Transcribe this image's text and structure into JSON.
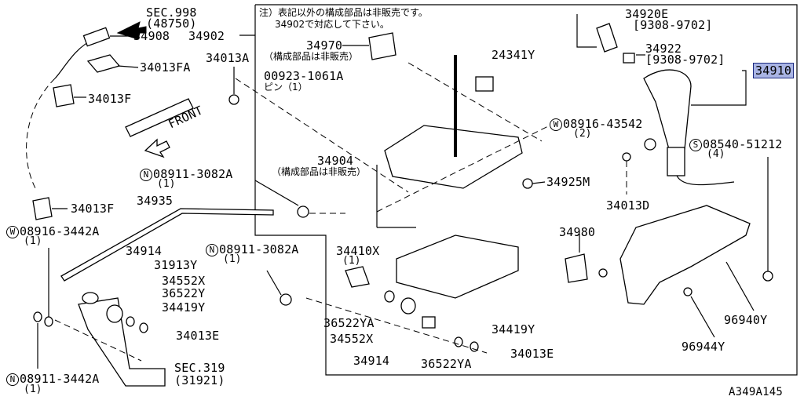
{
  "notes": {
    "jp_line1": "注）表記以外の構成部品は非販売です。",
    "jp_line2": "34902で対応して下さい。",
    "not_sold": "（構成部品は非販売）",
    "not_sold2": "（構成部品は非販売）",
    "pin": "ピン（1）"
  },
  "sec": {
    "a_title": "SEC.998",
    "a_ref": "(48750)",
    "b_title": "SEC.319",
    "b_ref": "(31921)"
  },
  "front_label": "FRONT",
  "figure_code": "A349A145",
  "parts": {
    "p34908": "34908",
    "p34013FA": "34013FA",
    "p34013F_1": "34013F",
    "p34013F_2": "34013F",
    "p34902": "34902",
    "p34013A": "34013A",
    "p34970": "34970",
    "p24341Y": "24341Y",
    "p00923": "00923-1061A",
    "p34904": "34904",
    "p34925M": "34925M",
    "p34920E": "34920E",
    "p34920E_date": "[9308-9702]",
    "p34922": "34922",
    "p34922_date": "[9308-9702]",
    "p34910": "34910",
    "p08916_43542": "08916-43542",
    "p08916_43542_q": "(2)",
    "p08540_51212": "08540-51212",
    "p08540_51212_q": "(4)",
    "p34013D": "34013D",
    "p08911_3082A_1": "08911-3082A",
    "p08911_3082A_1_q": "(1)",
    "p34935": "34935",
    "p08916_3442A": "08916-3442A",
    "p08916_3442A_q": "(1)",
    "p34914_1": "34914",
    "p31913Y": "31913Y",
    "p34552X_1": "34552X",
    "p36522Y": "36522Y",
    "p34419Y_1": "34419Y",
    "p34013E_1": "34013E",
    "p08911_3082A_2": "08911-3082A",
    "p08911_3082A_2_q": "(1)",
    "p34410X": "34410X",
    "p34410X_q": "(1)",
    "p36522YA_1": "36522YA",
    "p34552X_2": "34552X",
    "p34914_2": "34914",
    "p36522YA_2": "36522YA",
    "p34419Y_2": "34419Y",
    "p34013E_2": "34013E",
    "p34980": "34980",
    "p96940Y": "96940Y",
    "p96944Y": "96944Y",
    "p08911_3442A": "08911-3442A",
    "p08911_3442A_q": "(1)"
  },
  "prefix": {
    "n": "N",
    "w": "W",
    "s": "S"
  },
  "colors": {
    "highlight": "#a9b4e4"
  }
}
